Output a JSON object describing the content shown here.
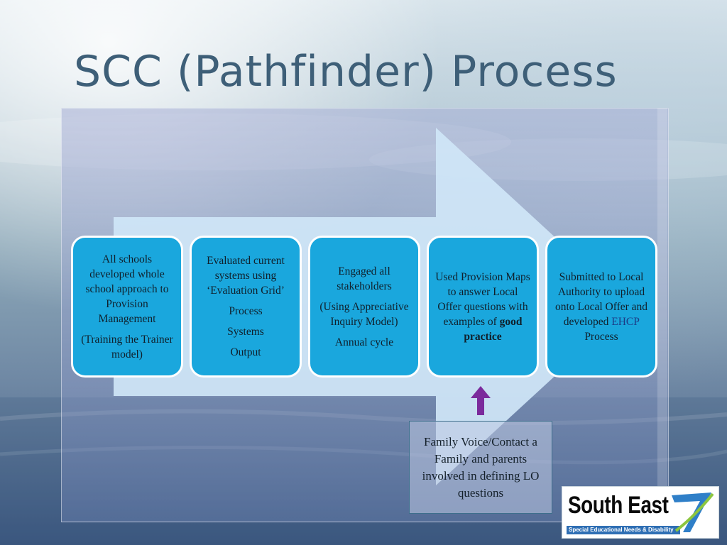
{
  "slide": {
    "title": "SCC (Pathfinder) Process"
  },
  "steps": [
    {
      "lines": [
        "All schools developed whole school approach to Provision Management",
        "(Training the Trainer model)"
      ]
    },
    {
      "lines": [
        "Evaluated current systems using ‘Evaluation Grid’",
        "Process",
        "Systems",
        "Output"
      ]
    },
    {
      "lines": [
        "Engaged all stakeholders",
        "(Using Appreciative Inquiry Model)",
        "Annual cycle"
      ]
    },
    {
      "text_before": "Used Provision Maps to answer Local Offer questions with examples of",
      "text_bold": "good practice"
    },
    {
      "text_before": "Submitted to Local Authority to upload onto Local Offer and developed",
      "text_accent": "EHCP",
      "text_after": "Process"
    }
  ],
  "family_note": {
    "text": "Family Voice/Contact a Family and parents involved in defining LO questions"
  },
  "logo": {
    "name": "South East",
    "tagline": "Special Educational Needs & Disability",
    "mark": "7",
    "icon": "seven-swoosh-icon"
  },
  "colors": {
    "title": "#3e5f78",
    "step_box": "#1aa7dd",
    "arrow": "#cfe6f7",
    "up_arrow": "#7b2a9c",
    "logo_blue": "#2f6fb4",
    "accent_text": "#1c3c86"
  }
}
